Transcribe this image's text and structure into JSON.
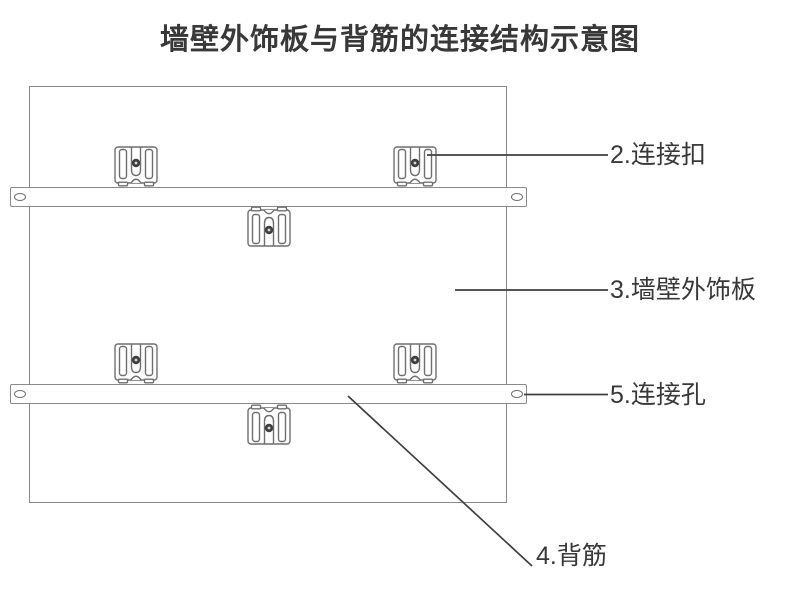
{
  "title": "墙壁外饰板与背筋的连接结构示意图",
  "callouts": {
    "clip": {
      "label": "2.连接扣"
    },
    "panel": {
      "label": "3.墙壁外饰板"
    },
    "hole": {
      "label": "5.连接孔"
    },
    "rib": {
      "label": "4.背筋"
    }
  },
  "colors": {
    "background": "#ffffff",
    "outline": "#8a8a8a",
    "clip_stroke": "#6f6f6f",
    "leader_line": "#3f3f3f",
    "text": "#383838",
    "rivet_dot": "#3f3f3f"
  }
}
